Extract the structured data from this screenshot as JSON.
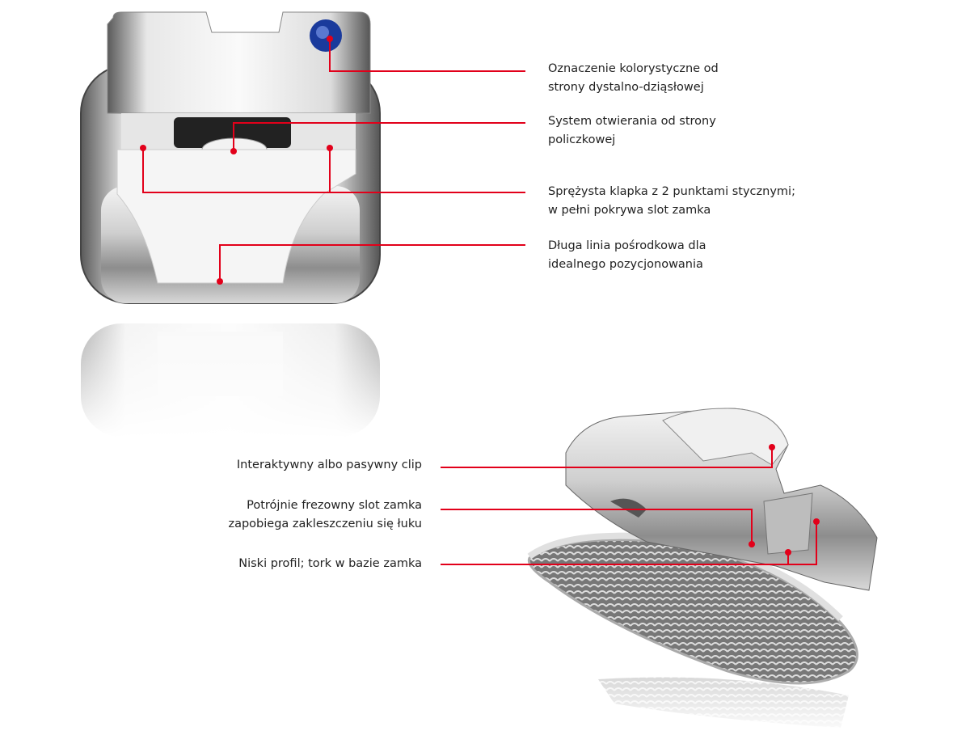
{
  "colors": {
    "accent": "#e2001a",
    "marker_blue": "#1a3a9c"
  },
  "front_view": {
    "callouts": [
      {
        "lines": [
          "Oznaczenie kolorystyczne od",
          "strony dystalno-dziąsłowej"
        ]
      },
      {
        "lines": [
          "System otwierania od strony",
          "policzkowej"
        ]
      },
      {
        "lines": [
          "Sprężysta klapka z 2 punktami stycznymi;",
          "w pełni pokrywa slot zamka"
        ]
      },
      {
        "lines": [
          "Długa linia pośrodkowa dla",
          "idealnego pozycjonowania"
        ]
      }
    ]
  },
  "side_view": {
    "callouts": [
      {
        "lines": [
          "Interaktywny albo pasywny clip"
        ]
      },
      {
        "lines": [
          "Potrójnie frezowny slot zamka",
          "zapobiega zakleszczeniu się łuku"
        ]
      },
      {
        "lines": [
          "Niski profil; tork w bazie zamka"
        ]
      }
    ]
  }
}
